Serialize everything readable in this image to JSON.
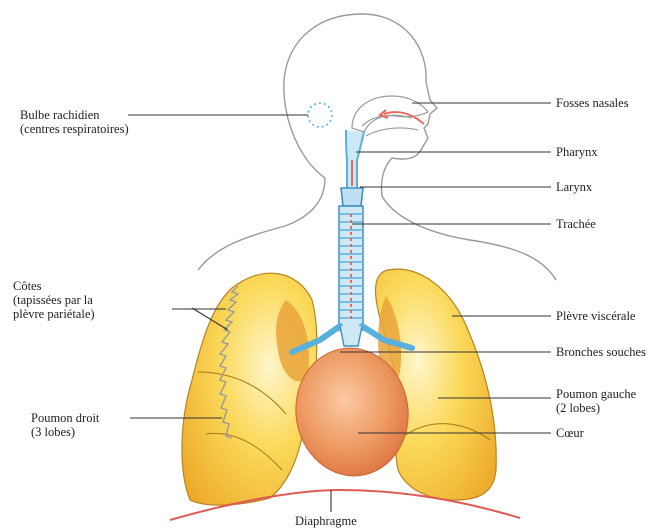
{
  "labels": {
    "bulbe": {
      "line1": "Bulbe rachidien",
      "line2": "(centres respiratoires)"
    },
    "cotes": {
      "line1": "Côtes",
      "line2": "(tapissées par la",
      "line3": "plèvre pariétale)"
    },
    "poumon_droit": {
      "line1": "Poumon droit",
      "line2": "(3 lobes)"
    },
    "fosses_nasales": "Fosses nasales",
    "pharynx": "Pharynx",
    "larynx": "Larynx",
    "trachee": "Trachée",
    "plevre_viscerale": "Plèvre viscérale",
    "bronches_souches": "Bronches souches",
    "poumon_gauche": {
      "line1": "Poumon gauche",
      "line2": "(2 lobes)"
    },
    "coeur": "Cœur",
    "diaphragme": "Diaphragme"
  },
  "colors": {
    "outline": "#9a9a9a",
    "lung_fill": "#f7c93a",
    "lung_light": "#fde9a0",
    "lung_dark": "#e9a53a",
    "heart": "#e6864e",
    "trachea": "#5ab0dc",
    "airflow": "#e8665a",
    "diaphragm": "#e05a55",
    "leader": "#333333"
  }
}
